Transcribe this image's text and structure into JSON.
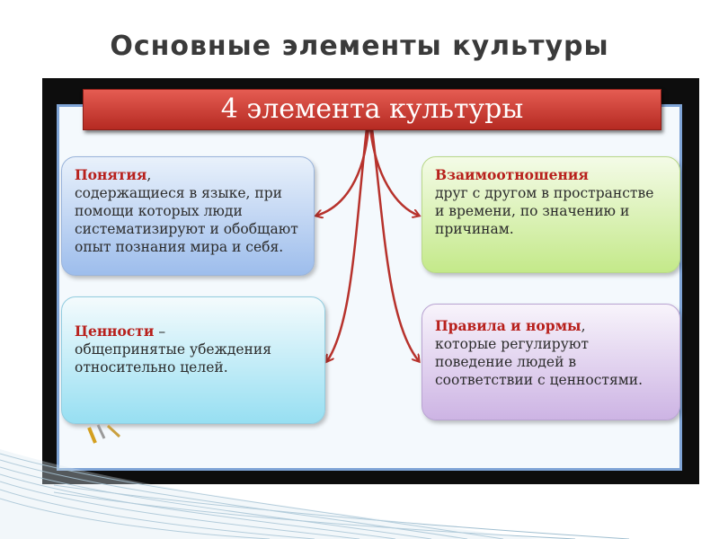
{
  "slide": {
    "title": "Основные элементы культуры"
  },
  "diagram": {
    "banner": "4 элемента культуры",
    "concepts": {
      "head": "Понятия",
      "text_line1": ",",
      "text_rest": "содержащиеся в языке, при помощи которых люди систематизируют и обобщают опыт познания мира и себя."
    },
    "relations": {
      "head": "Взаимоотношения",
      "text": "друг с другом в пространстве и времени, по значению и причинам."
    },
    "values": {
      "head": "Ценности",
      "dash": " –",
      "text": "общепринятые убеждения относительно целей."
    },
    "rules": {
      "head": "Правила и нормы",
      "comma": ",",
      "text": "которые регулируют поведение людей в соответствии с ценностями."
    }
  },
  "colors": {
    "banner": "#c8352c",
    "heading_red": "#b8201c",
    "arrow": "#b7322c"
  }
}
